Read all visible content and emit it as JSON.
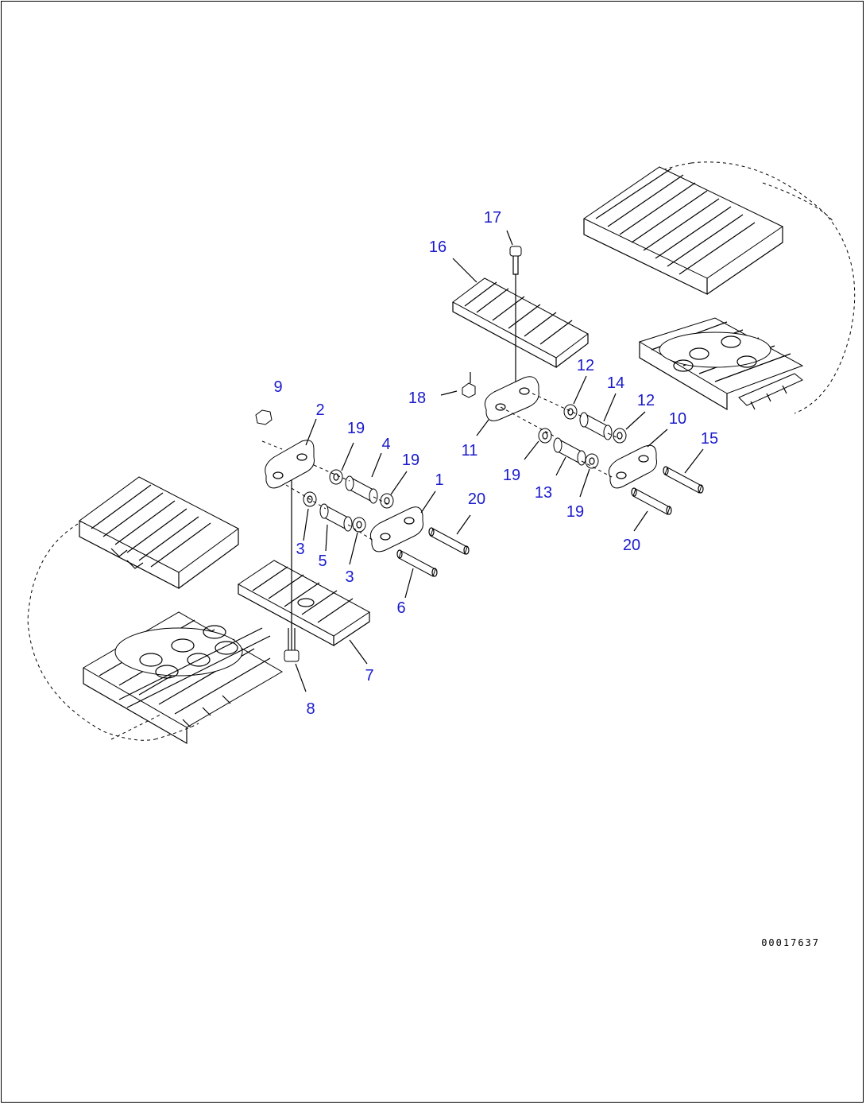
{
  "drawing_code": "00017637",
  "callouts": [
    "17",
    "16",
    "9",
    "2",
    "19",
    "4",
    "19",
    "1",
    "20",
    "3",
    "5",
    "3",
    "6",
    "7",
    "8",
    "18",
    "12",
    "14",
    "12",
    "10",
    "11",
    "19",
    "13",
    "19",
    "15",
    "20"
  ]
}
